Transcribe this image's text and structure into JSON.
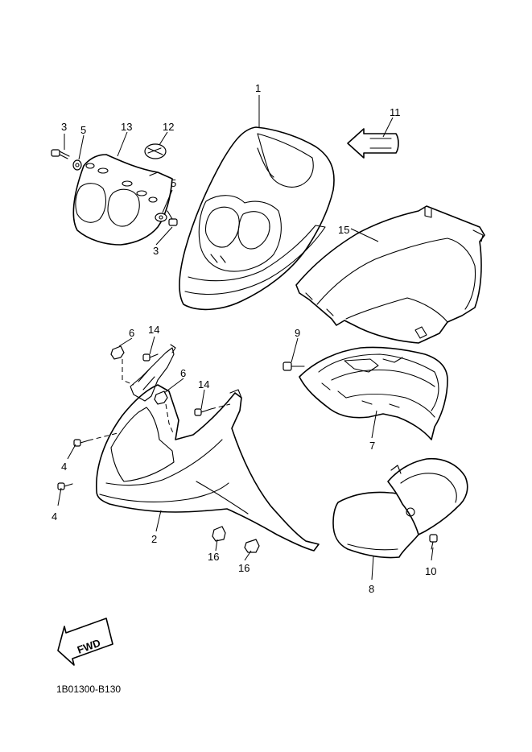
{
  "diagram": {
    "callouts": {
      "c1": "1",
      "c2": "2",
      "c3a": "3",
      "c3b": "3",
      "c4a": "4",
      "c4b": "4",
      "c5a": "5",
      "c5b": "5",
      "c6a": "6",
      "c6b": "6",
      "c7": "7",
      "c8": "8",
      "c9": "9",
      "c10": "10",
      "c11": "11",
      "c12": "12",
      "c13": "13",
      "c14a": "14",
      "c14b": "14",
      "c15": "15",
      "c16a": "16",
      "c16b": "16"
    },
    "fwd_label": "FWD",
    "diagram_code": "1B01300-B130"
  }
}
